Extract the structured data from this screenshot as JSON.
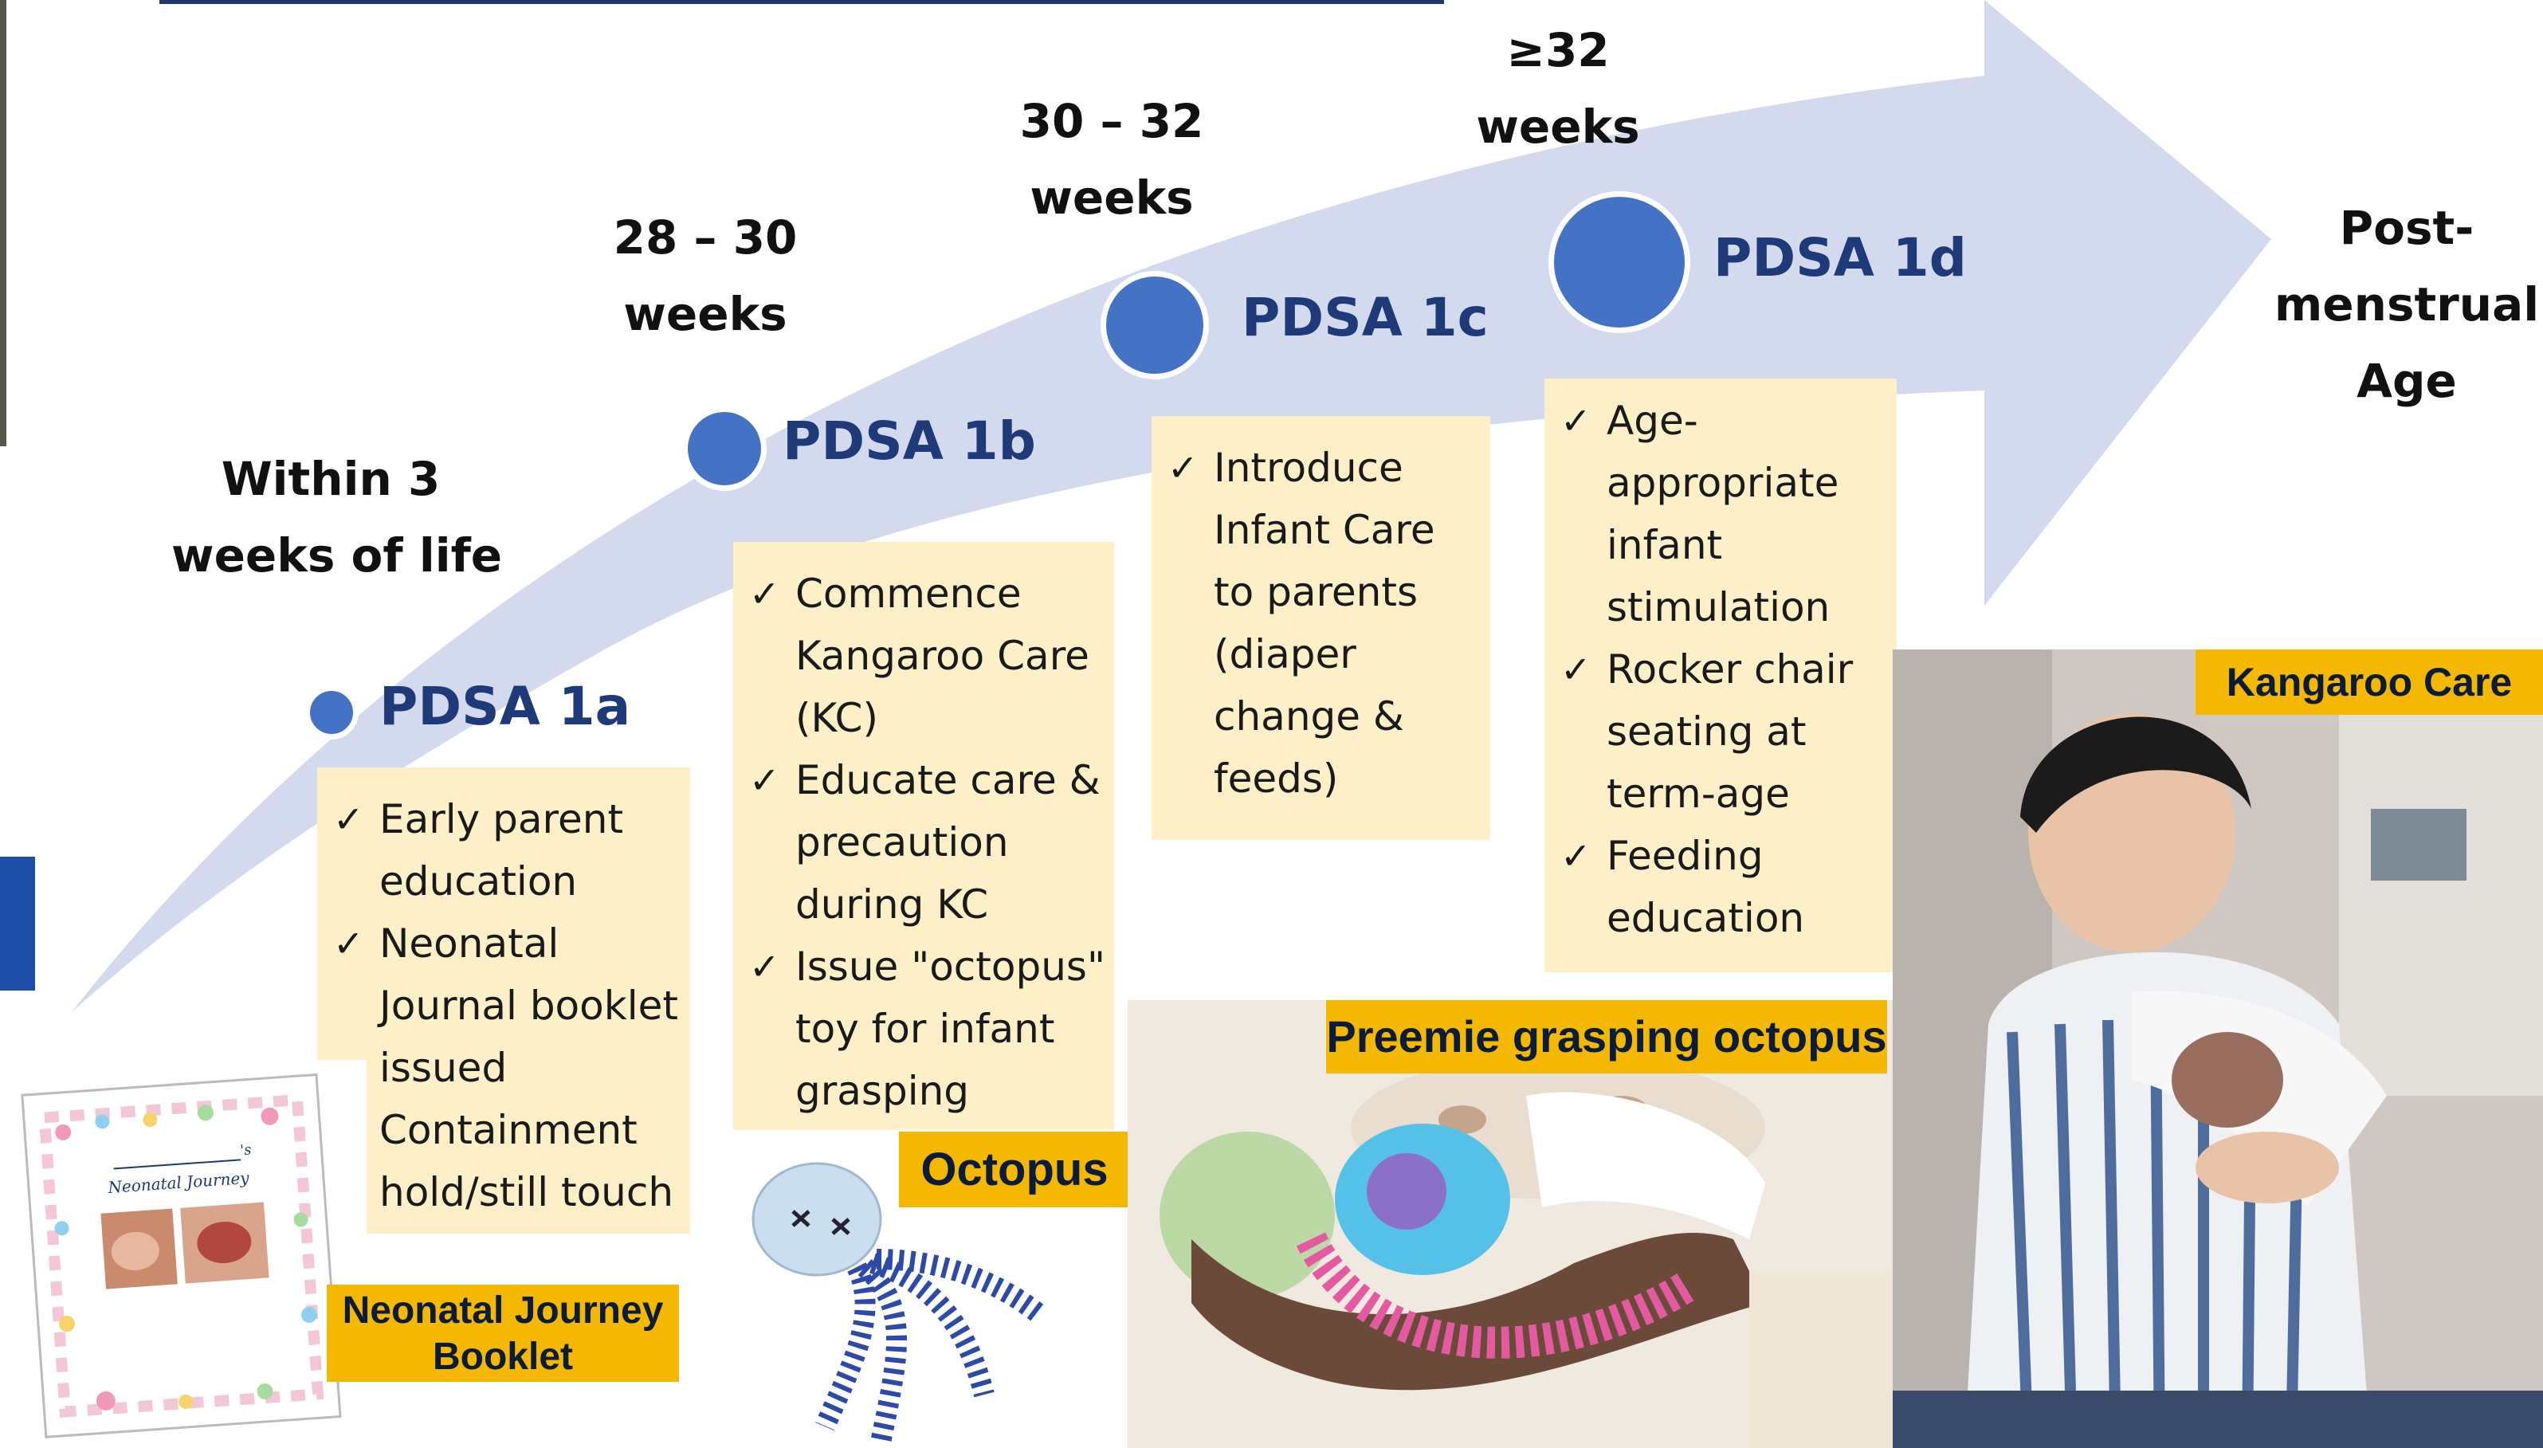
{
  "x_axis_label": [
    "Post-",
    "menstrual",
    "Age"
  ],
  "stages": [
    {
      "age_lines": [
        "Within 3",
        "weeks of life"
      ],
      "pdsa": "PDSA 1a",
      "items": [
        "Early parent education",
        "Neonatal Journal booklet issued",
        "Containment hold/still touch"
      ]
    },
    {
      "age_lines": [
        "28 – 30",
        "weeks"
      ],
      "pdsa": "PDSA 1b",
      "items": [
        "Commence Kangaroo Care (KC)",
        "Educate care & precaution during KC",
        "Issue \"octopus\" toy for infant grasping"
      ]
    },
    {
      "age_lines": [
        "30 – 32",
        "weeks"
      ],
      "pdsa": "PDSA 1c",
      "items": [
        "Introduce Infant Care to parents (diaper change & feeds)"
      ]
    },
    {
      "age_lines": [
        "≥32",
        "weeks"
      ],
      "pdsa": "PDSA 1d",
      "items": [
        "Age-appropriate infant stimulation",
        "Rocker chair seating at term-age",
        "Feeding education"
      ]
    }
  ],
  "photos": {
    "booklet": {
      "caption_lines": [
        "Neonatal Journey",
        "Booklet"
      ],
      "cover_text": "Neonatal Journey",
      "cover_suffix": "'s"
    },
    "octopus": {
      "caption": "Octopus"
    },
    "preemie": {
      "caption": "Preemie grasping octopus"
    },
    "kangaroo": {
      "caption": "Kangaroo Care"
    }
  },
  "check_mark": "✓",
  "colors": {
    "arrow_fill": "#d3daee",
    "dot_fill": "#4472c4",
    "pdsa_label": "#1f3a78",
    "box_fill": "#fdf0c8",
    "tag_fill": "#f5b800",
    "top_bar": "#1f3a68"
  }
}
